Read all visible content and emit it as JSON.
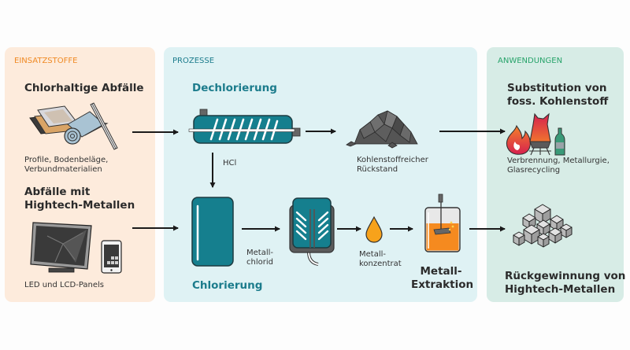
{
  "colors": {
    "inputs_bg": "#fdebdc",
    "process_bg": "#dff2f4",
    "applications_bg": "#d7ece6",
    "inputs_accent": "#f08a24",
    "process_accent": "#1c7c8c",
    "applications_accent": "#27a36a",
    "vessel_teal": "#157f8e",
    "liquid_orange": "#f58a1f"
  },
  "inputs": {
    "section_label": "EINSATZSTOFFE",
    "chlorine_waste": {
      "title": "Chlorhaltige Abfälle",
      "caption_line1": "Profile, Bodenbeläge,",
      "caption_line2": "Verbundmaterialien"
    },
    "hightech_waste": {
      "title_line1": "Abfälle mit",
      "title_line2": "Hightech-Metallen",
      "caption": "LED und LCD-Panels"
    }
  },
  "processes": {
    "section_label": "PROZESSE",
    "dechlorination": {
      "title": "Dechlorierung",
      "byproduct": "HCl",
      "residue_line1": "Kohlenstoffreicher",
      "residue_line2": "Rückstand"
    },
    "chlorination": {
      "title": "Chlorierung",
      "product_line1": "Metall-",
      "product_line2": "chlorid"
    },
    "concentrate_line1": "Metall-",
    "concentrate_line2": "konzentrat",
    "extraction_line1": "Metall-",
    "extraction_line2": "Extraktion"
  },
  "applications": {
    "section_label": "ANWENDUNGEN",
    "carbon": {
      "title_line1": "Substitution von",
      "title_line2": "foss. Kohlenstoff",
      "caption_line1": "Verbrennung, Metallurgie,",
      "caption_line2": "Glasrecycling"
    },
    "metals": {
      "title_line1": "Rückgewinnung von",
      "title_line2": "Hightech-Metallen"
    }
  }
}
